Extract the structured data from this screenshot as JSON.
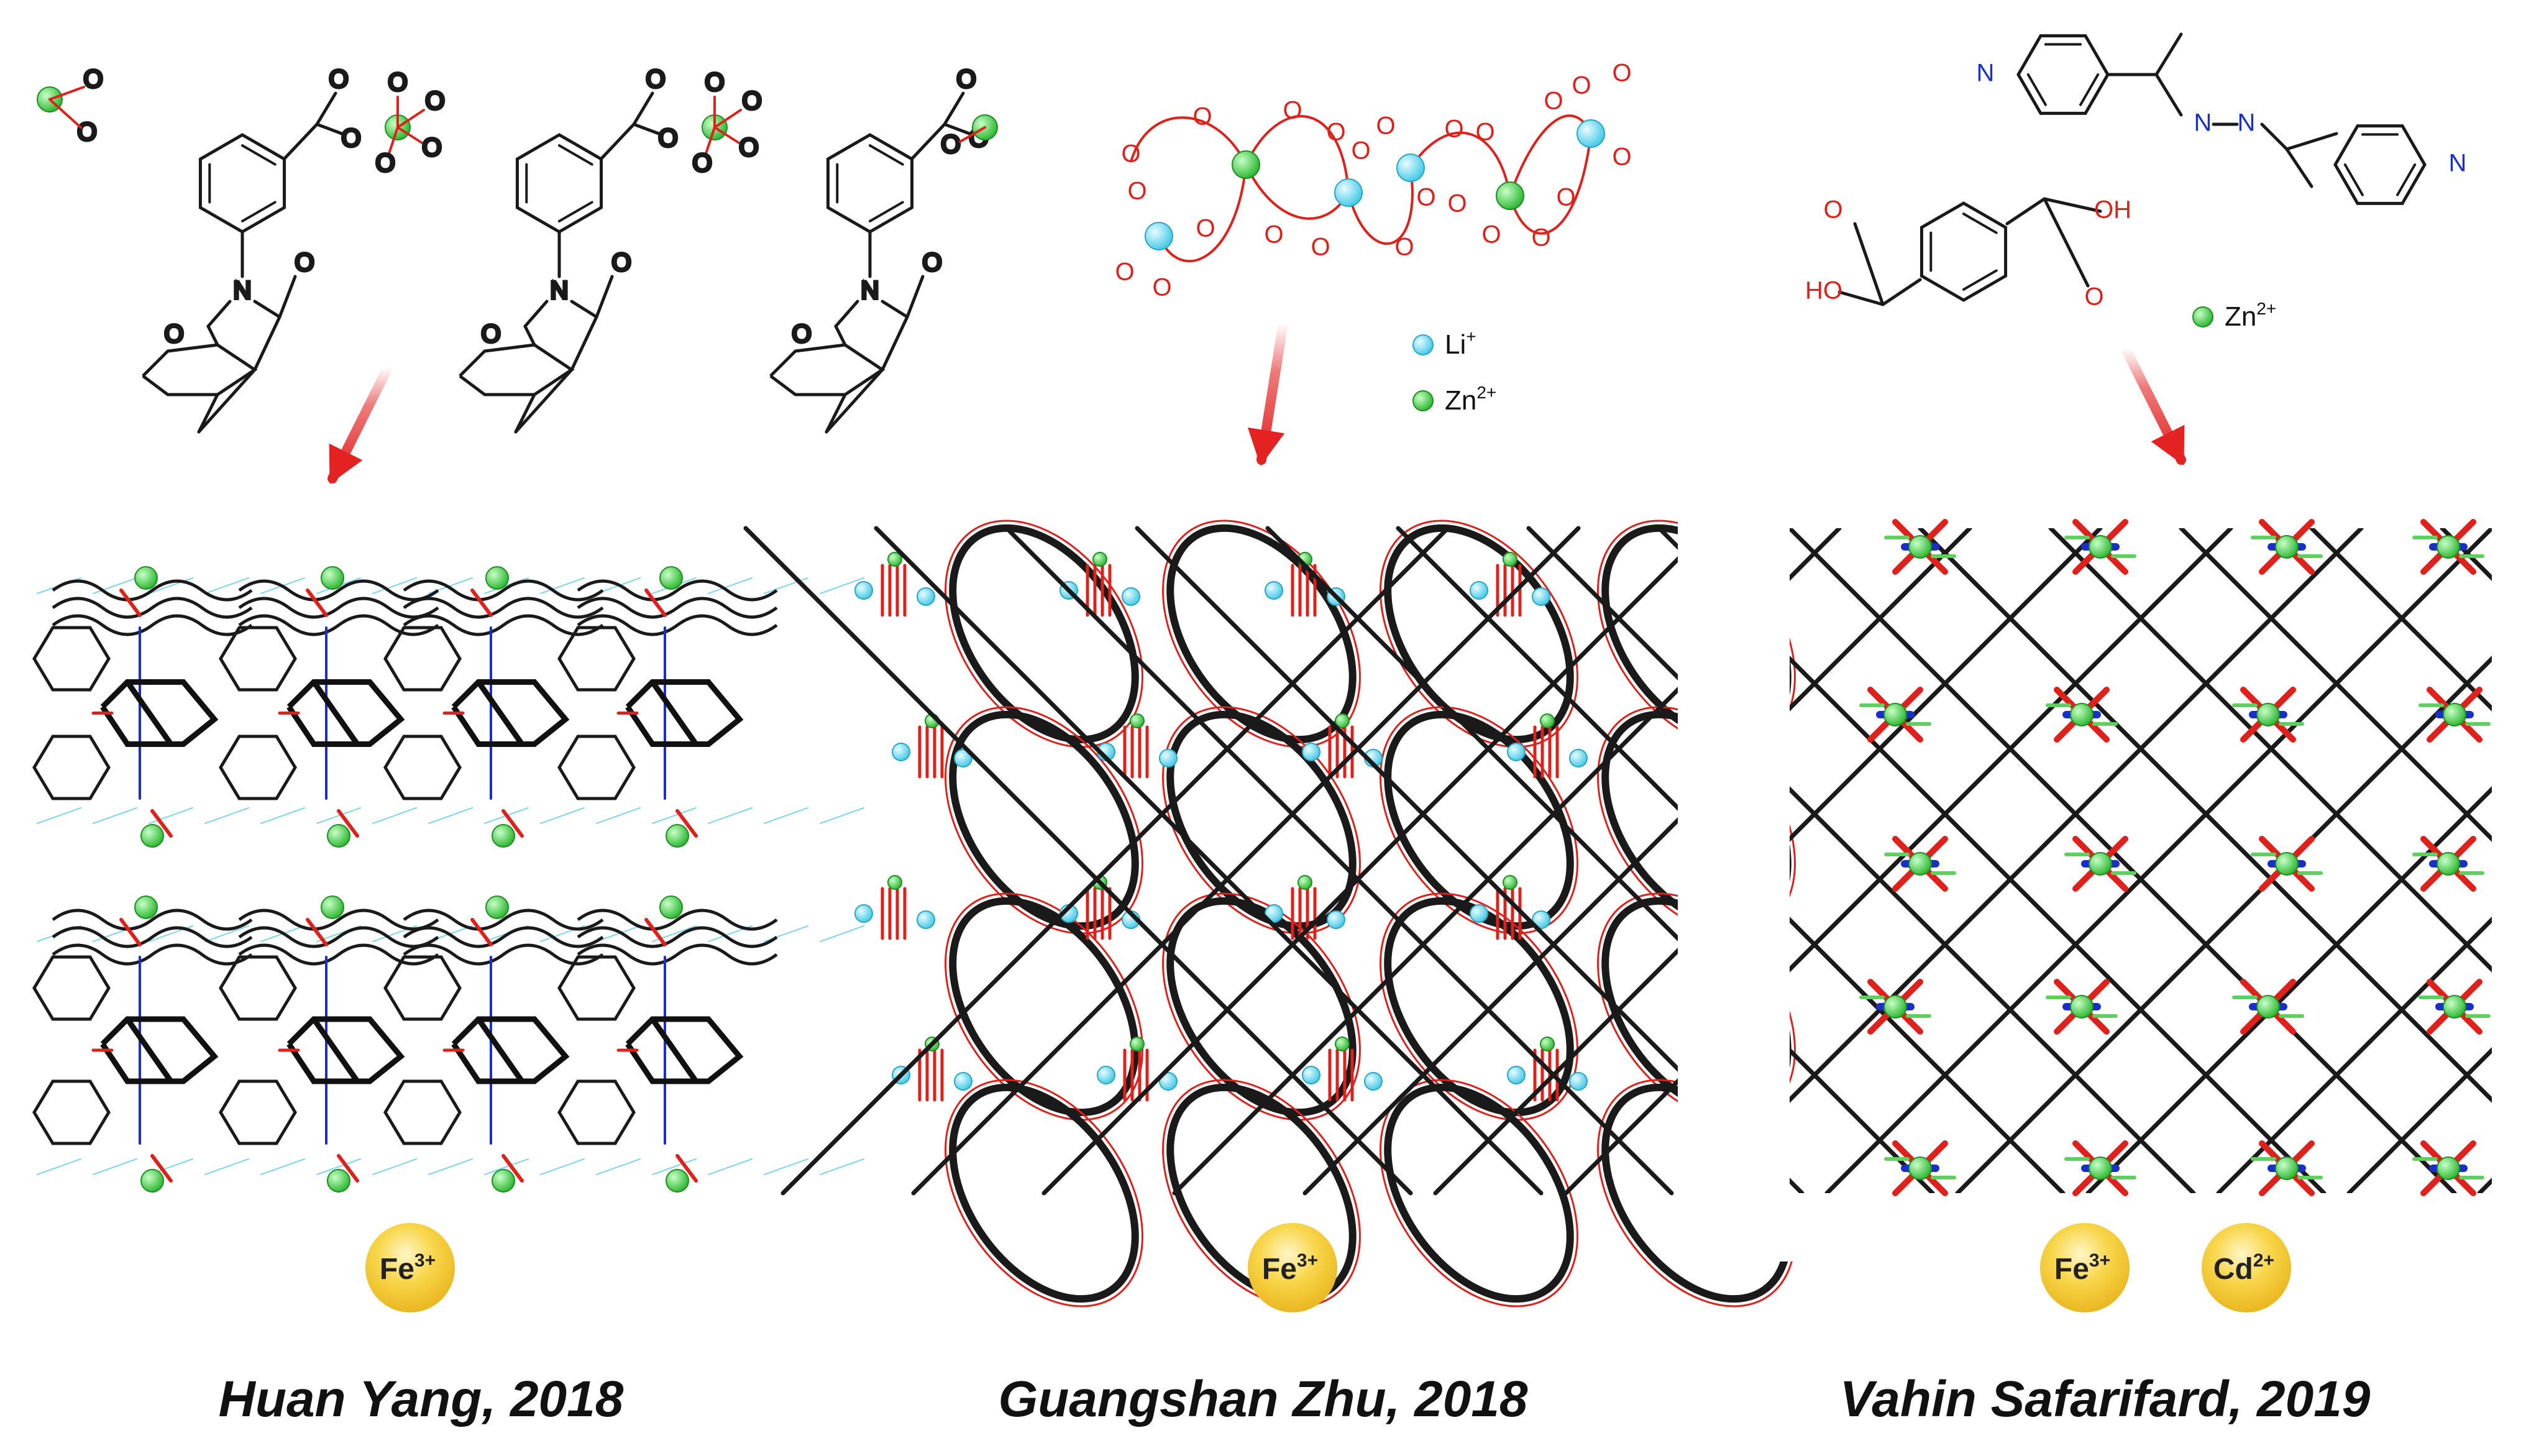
{
  "panels": [
    {
      "caption": "Huan Yang, 2018",
      "legend": [],
      "metal_badges": [
        {
          "label": "Fe",
          "charge": "3+"
        }
      ]
    },
    {
      "caption": "Guangshan Zhu, 2018",
      "legend": [
        {
          "symbol": "Li",
          "charge": "+",
          "color": "#66d9ef"
        },
        {
          "symbol": "Zn",
          "charge": "2+",
          "color": "#44d144"
        }
      ],
      "metal_badges": [
        {
          "label": "Fe",
          "charge": "3+"
        }
      ]
    },
    {
      "caption": "Vahin Safarifard, 2019",
      "legend": [
        {
          "symbol": "Zn",
          "charge": "2+",
          "color": "#44d144"
        }
      ],
      "metal_badges": [
        {
          "label": "Fe",
          "charge": "3+"
        },
        {
          "label": "Cd",
          "charge": "2+"
        }
      ]
    }
  ],
  "atom_labels": {
    "oxygen": "O",
    "nitrogen": "N",
    "hydroxyl": "HO",
    "hydroxyl_right": "OH"
  },
  "colors": {
    "oxygen": "#e0201b",
    "nitrogen": "#1a2fc9",
    "zinc": "#44d144",
    "lithium": "#66d9ef",
    "bond": "#1a1a1a",
    "arrow": "#e42222",
    "badge": "#f4c430"
  },
  "icons": {
    "arrow": "red-down-arrow-icon",
    "badge": "gold-circle-icon"
  }
}
